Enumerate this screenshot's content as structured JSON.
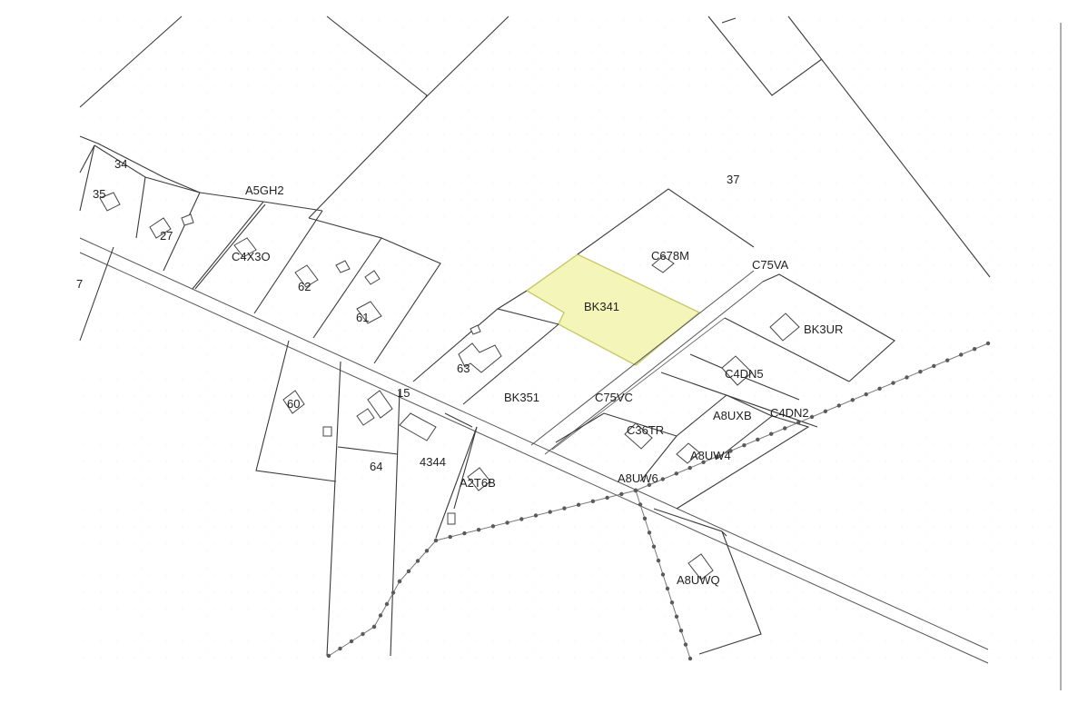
{
  "map": {
    "highlight": {
      "label": "BK341",
      "fill": "#f4f5b8",
      "stroke": "#c9c96a"
    },
    "labels": {
      "p34": "34",
      "p35": "35",
      "p27": "27",
      "a5gh2": "A5GH2",
      "c4x3o": "C4X3O",
      "p62": "62",
      "p61": "61",
      "p37": "37",
      "c678m": "C678M",
      "c75va": "C75VA",
      "bk3ur": "BK3UR",
      "p63": "63",
      "bk351": "BK351",
      "c75vc": "C75VC",
      "c4dn5": "C4DN5",
      "p60": "60",
      "p15": "15",
      "c36tr": "C36TR",
      "a8uxb": "A8UXB",
      "c4dn2": "C4DN2",
      "p64": "64",
      "p4344": "4344",
      "a8uw4": "A8UW4",
      "a2t6b": "A2T6B",
      "a8uw6": "A8UW6",
      "a8uwq": "A8UWQ",
      "p7": "7"
    }
  }
}
